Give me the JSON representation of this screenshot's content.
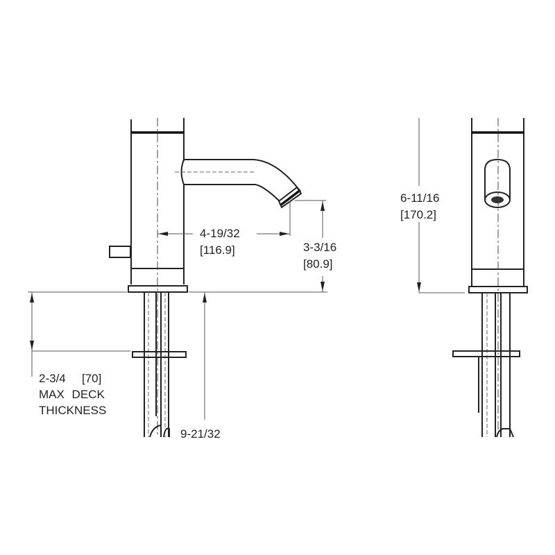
{
  "dimensions": {
    "spout_reach": {
      "imperial": "4-19/32",
      "metric": "[116.9]"
    },
    "spout_height": {
      "imperial": "3-3/16",
      "metric": "[80.9]"
    },
    "overall_height": {
      "imperial": "6-11/16",
      "metric": "[170.2]"
    },
    "deck_thickness": {
      "imperial": "2-3/4",
      "metric": "[70]",
      "line2": "MAX DECK",
      "line3": "THICKNESS"
    },
    "shank_length": {
      "imperial": "9-21/32"
    }
  }
}
